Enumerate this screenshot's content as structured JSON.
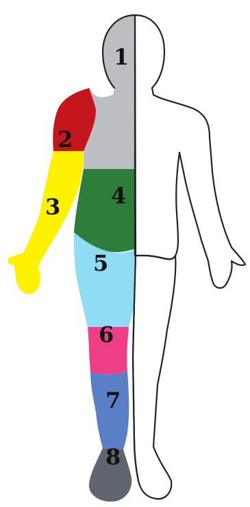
{
  "regions": [
    {
      "id": "1",
      "label": "1",
      "color": "#bdbec2"
    },
    {
      "id": "2",
      "label": "2",
      "color": "#c4161c"
    },
    {
      "id": "3",
      "label": "3",
      "color": "#fff200"
    },
    {
      "id": "4",
      "label": "4",
      "color": "#2e7d3a"
    },
    {
      "id": "5",
      "label": "5",
      "color": "#8fdcf5"
    },
    {
      "id": "6",
      "label": "6",
      "color": "#ee3f86"
    },
    {
      "id": "7",
      "label": "7",
      "color": "#5b7fc7"
    },
    {
      "id": "8",
      "label": "8",
      "color": "#5f6670"
    }
  ]
}
